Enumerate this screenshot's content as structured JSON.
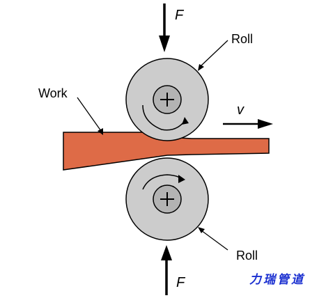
{
  "labels": {
    "force_top": "F",
    "force_bottom": "F",
    "roll_top": "Roll",
    "roll_bottom": "Roll",
    "work": "Work",
    "velocity": "v"
  },
  "watermark": {
    "text": "力瑞管道"
  },
  "colors": {
    "work": "#de6b47",
    "roll_fill": "#cccccc",
    "hub_fill": "#b3b3b3",
    "stroke": "#000000",
    "watermark": "#1a2fd0"
  },
  "icons": {
    "force_arrow": "arrow-down",
    "rotation_arrow": "curved-arrow-clockwise",
    "velocity_arrow": "arrow-right"
  }
}
